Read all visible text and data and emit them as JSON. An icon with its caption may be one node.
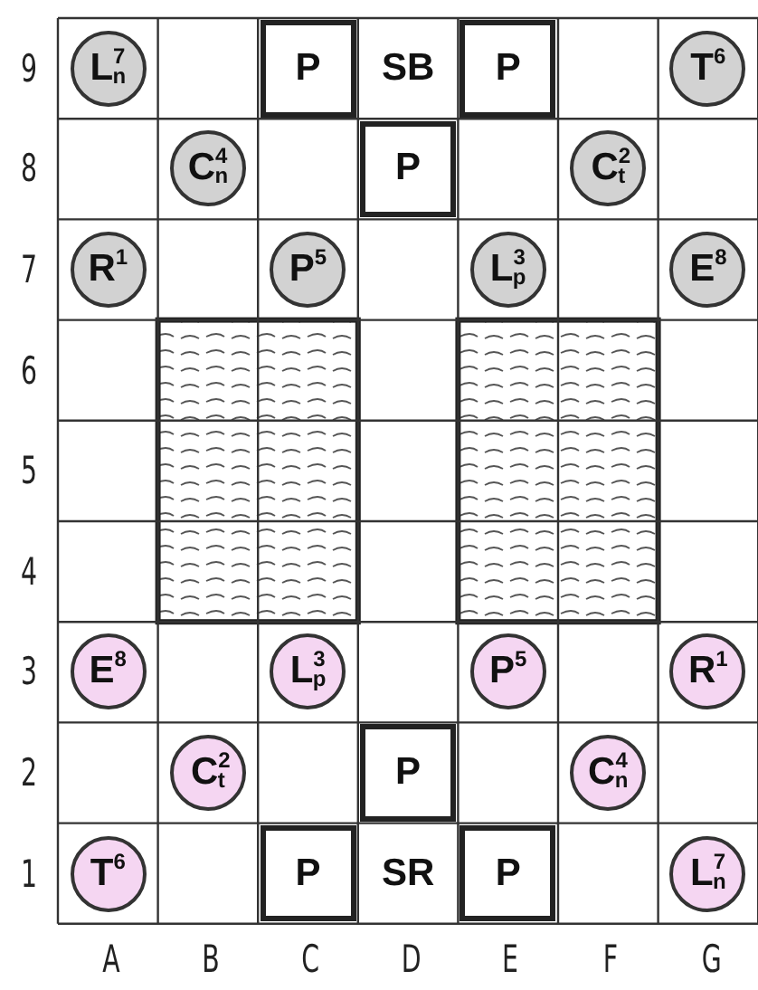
{
  "diagram": {
    "nodes": [
      {
        "text": [
          "L$^{7}$$_{n}$"
        ]
      },
      {
        "text": [
          "P"
        ]
      },
      {
        "text": [
          "SB"
        ]
      },
      {
        "text": [
          "P"
        ]
      },
      {
        "text": [
          "T$^{6}$"
        ]
      },
      {
        "text": [
          "C$^{4}$$_{n}$"
        ]
      },
      {
        "text": [
          "P"
        ]
      },
      {
        "text": [
          "C$^{2}$$_{t}$"
        ]
      },
      {
        "text": [
          "R$^{1}$"
        ]
      },
      {
        "text": [
          "P$^{5}$"
        ]
      },
      {
        "text": [
          "L$^{3}$$_{p}$"
        ]
      },
      {
        "text": [
          "E$^{8}$"
        ]
      },
      {
        "text": [
          "E$^{8}$"
        ]
      },
      {
        "text": [
          "L$^{3}$$_{p}$"
        ]
      },
      {
        "text": [
          "P$^{5}$"
        ]
      },
      {
        "text": [
          "R$^{1}$"
        ]
      },
      {
        "text": [
          "C$^{2}$$_{t}$"
        ]
      },
      {
        "text": [
          "P"
        ]
      },
      {
        "text": [
          "C$^{4}$$_{n}$"
        ]
      },
      {
        "text": [
          "T$^{6}$"
        ]
      },
      {
        "text": [
          "P"
        ]
      },
      {
        "text": [
          "SR"
        ]
      },
      {
        "text": [
          "P"
        ]
      },
      {
        "text": [
          "L$^{7}$$_{n}$"
        ]
      }
    ],
    "labels": [
      "9",
      "8",
      "7",
      "6",
      "5",
      "4",
      "3",
      "2",
      "1",
      "A",
      "B",
      "C",
      "D",
      "E",
      "F",
      "G"
    ]
  }
}
